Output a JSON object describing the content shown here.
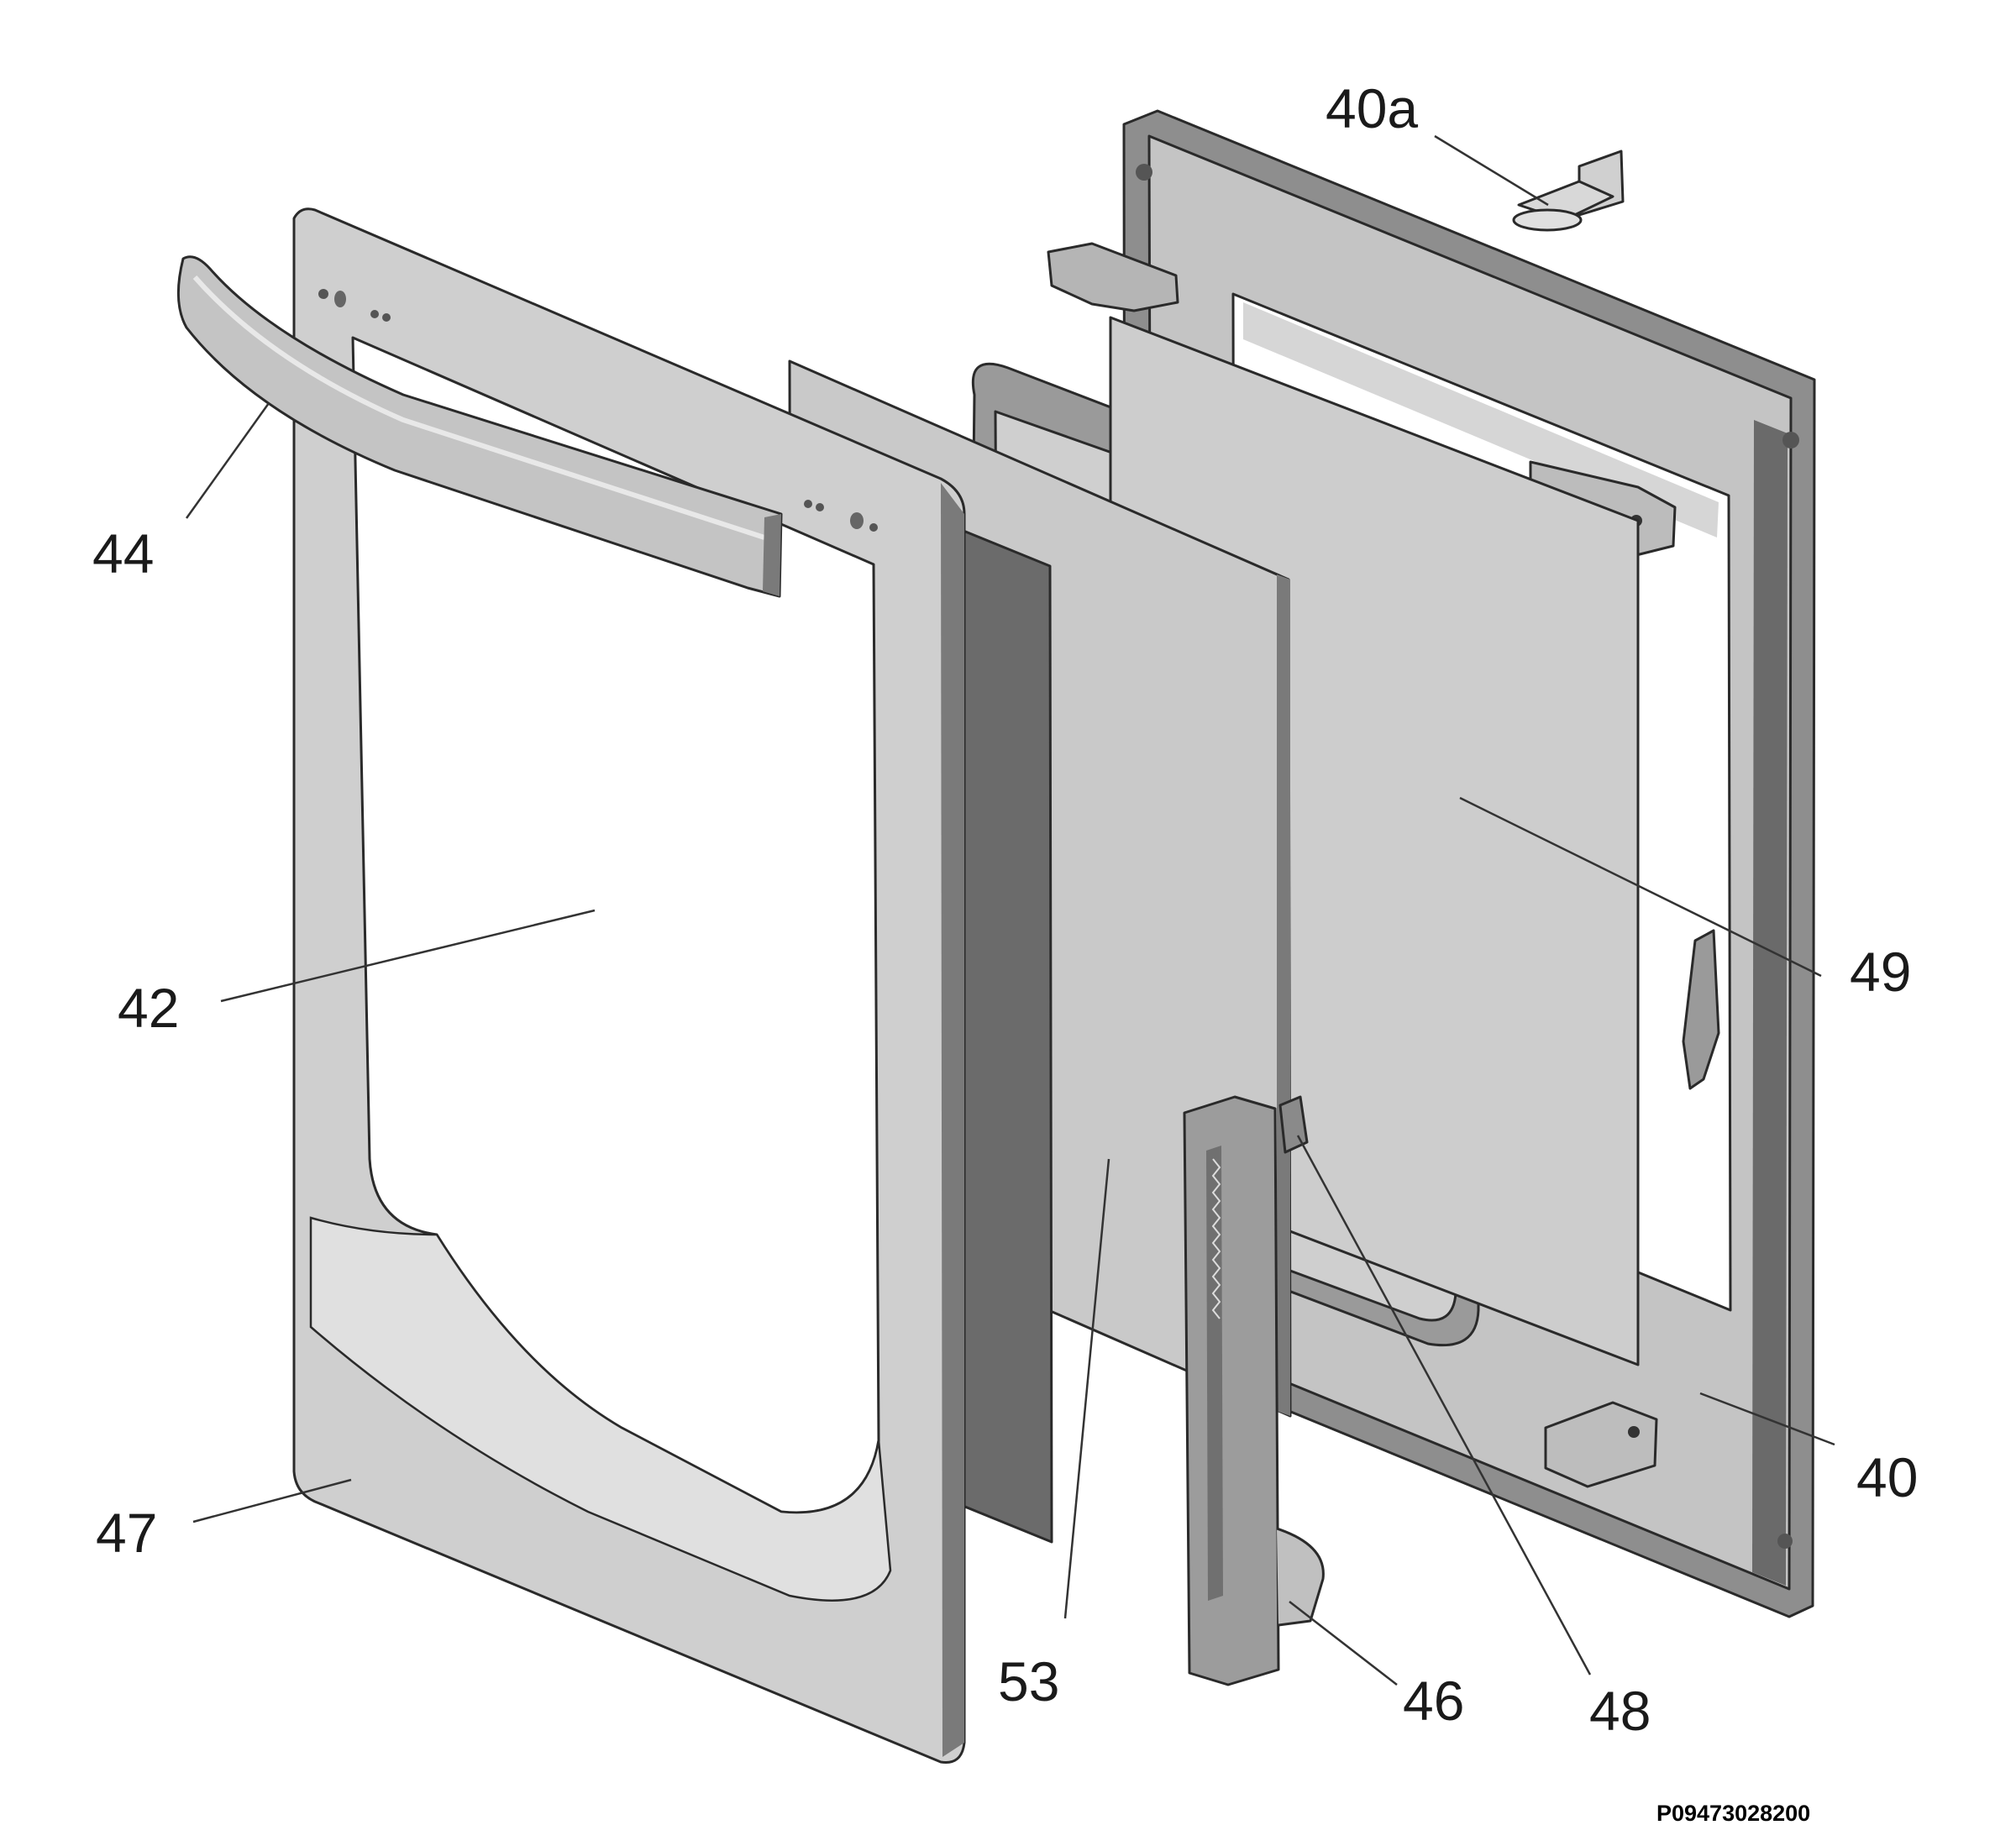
{
  "colors": {
    "frame_light": "#d9d9d9",
    "frame_mid": "#bdbdbd",
    "frame_dark": "#7a7a7a",
    "glass_dark": "#6b6b6b",
    "glass_light": "#cfcfcf",
    "outline": "#2a2a2a"
  },
  "callouts": {
    "c40a": "40a",
    "c44": "44",
    "c42": "42",
    "c49": "49",
    "c53": "53",
    "c47": "47",
    "c40": "40",
    "c46": "46",
    "c48": "48"
  },
  "document_code": "P09473028200"
}
